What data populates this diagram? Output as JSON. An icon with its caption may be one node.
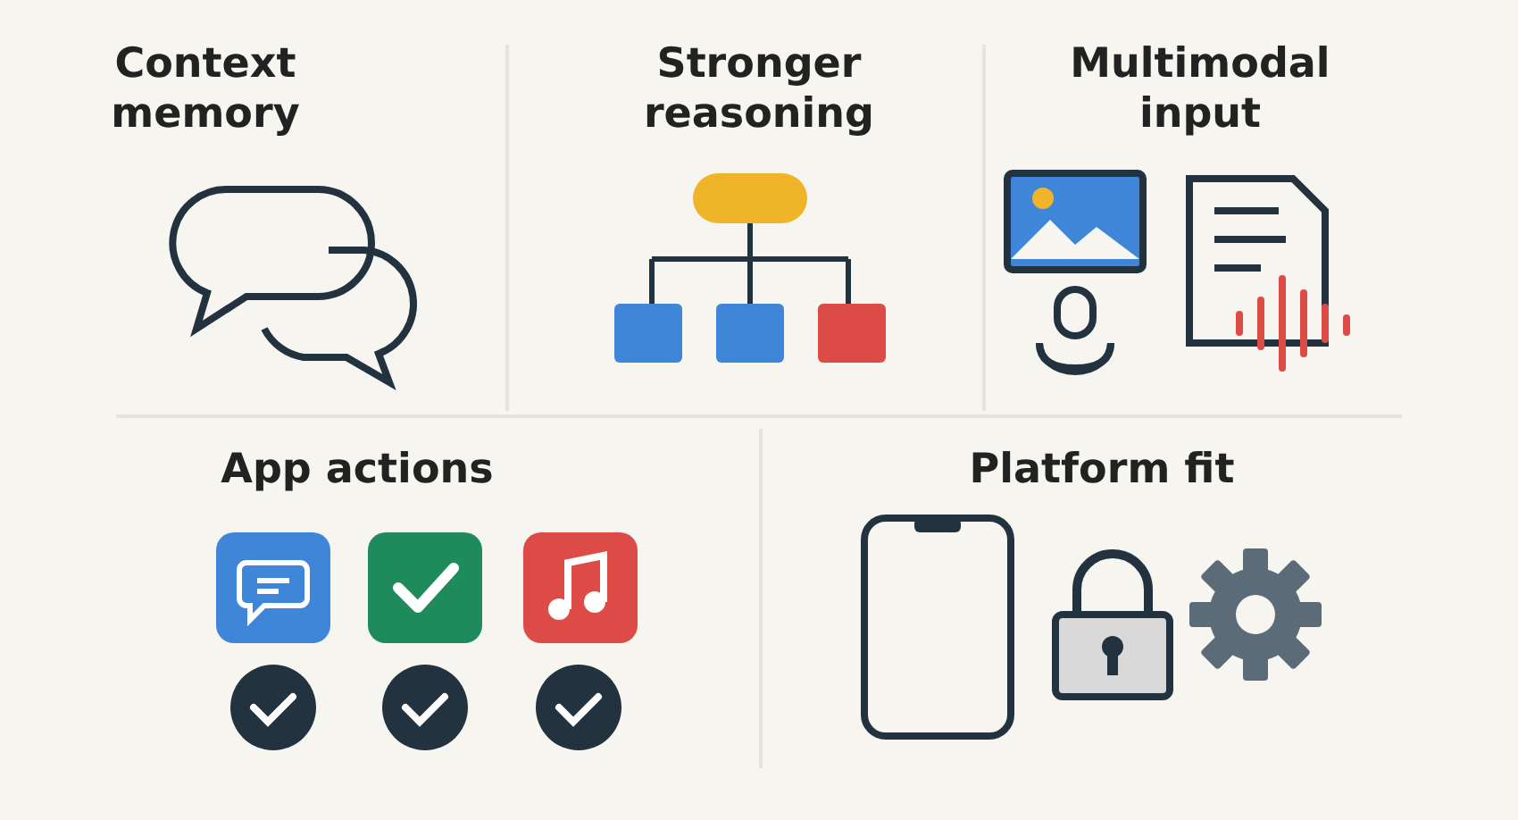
{
  "diagram": {
    "nodes": [
      {
        "text": [
          "Context memory"
        ]
      },
      {
        "text": [
          "Stronger reasoning"
        ]
      },
      {
        "text": [
          "Multimodal input"
        ]
      },
      {
        "text": [
          "App actions"
        ]
      },
      {
        "text": [
          "Platform fit"
        ]
      }
    ]
  }
}
